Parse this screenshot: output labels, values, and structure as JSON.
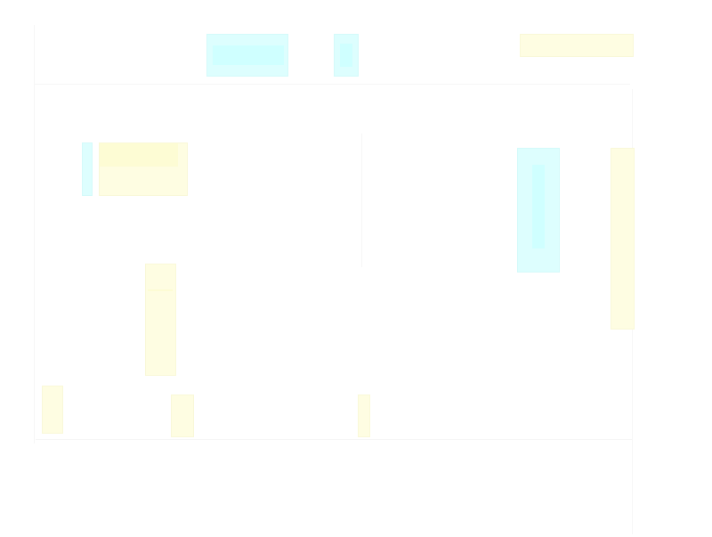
{
  "page": {
    "background": "#ffffff"
  },
  "palette": {
    "cyan_fill": "#ddfefe",
    "yellow_fill": "#fefde2"
  },
  "blocks": {
    "top_cyan_wide": "cyan",
    "top_cyan_narrow": "cyan",
    "top_right_yellow": "yellow",
    "left_cyan_strip": "cyan",
    "left_yellow_panel": "yellow",
    "mid_left_yellow_column": "yellow",
    "bottom_left_yellow_a": "yellow",
    "bottom_left_yellow_b": "yellow",
    "bottom_mid_yellow_strip": "yellow",
    "right_cyan_panel": "cyan",
    "right_yellow_column": "yellow"
  }
}
